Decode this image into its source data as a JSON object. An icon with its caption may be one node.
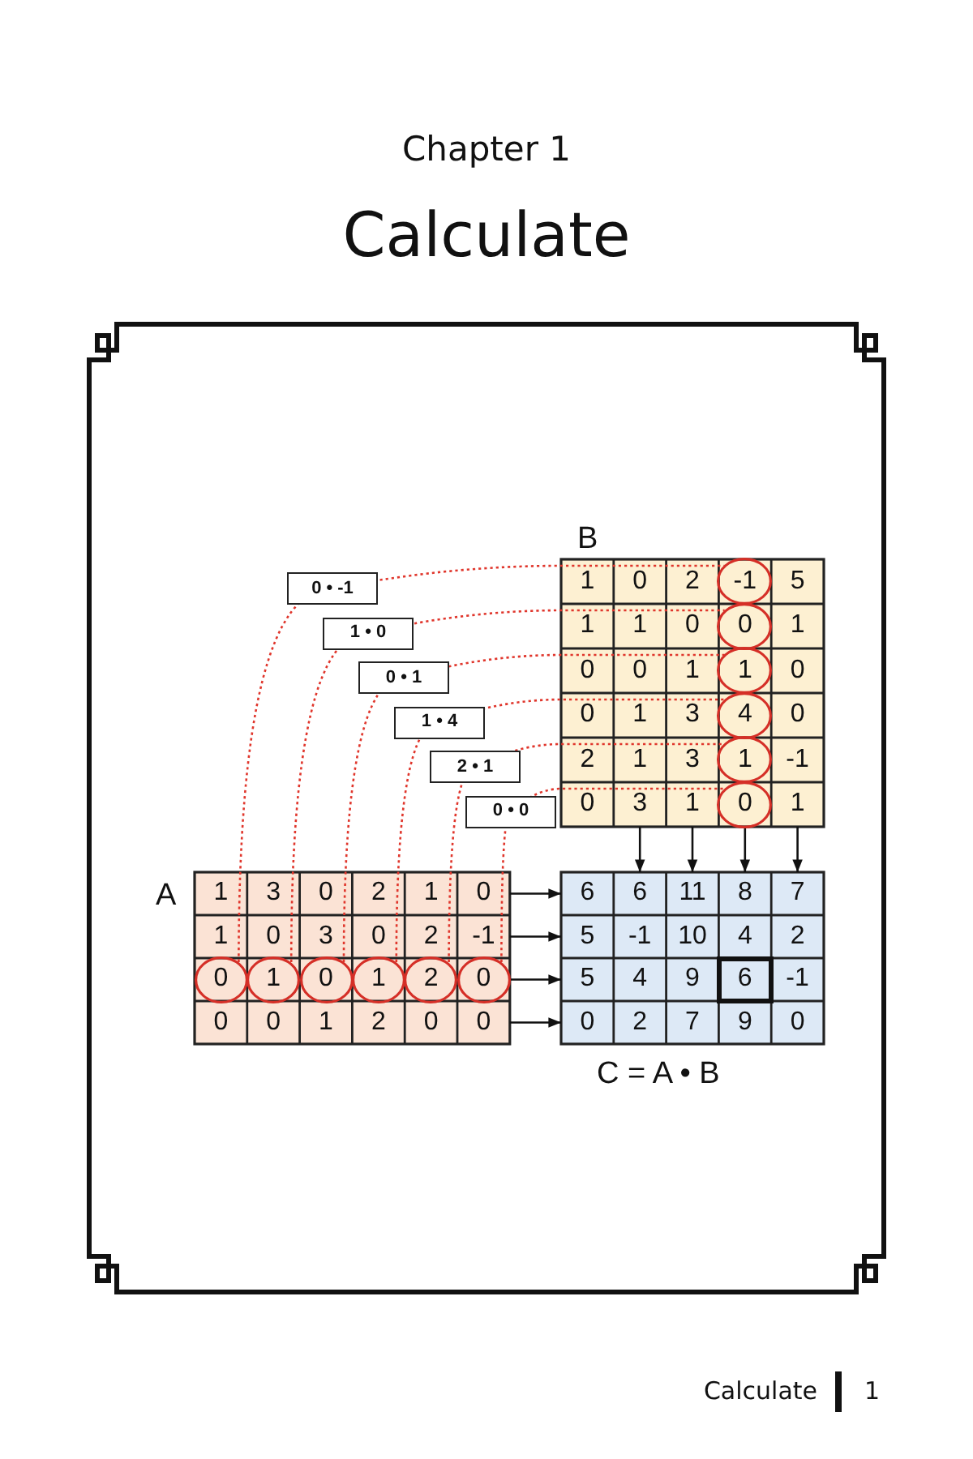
{
  "diagram": {
    "title": "Calculate",
    "nodes": [
      {
        "text": [
          "B"
        ]
      },
      {
        "text": [
          "-1"
        ],
        "in": 0
      },
      {
        "text": [
          "0"
        ],
        "in": 0
      },
      {
        "text": [
          "1"
        ],
        "in": 0
      },
      {
        "text": [
          "4"
        ],
        "in": 0
      },
      {
        "text": [
          "1"
        ],
        "in": 0
      },
      {
        "text": [
          "0"
        ],
        "in": 0
      },
      {
        "text": [
          "A"
        ]
      },
      {
        "text": [
          "0"
        ],
        "in": 7
      },
      {
        "text": [
          "1"
        ],
        "in": 7
      },
      {
        "text": [
          "0"
        ],
        "in": 7
      },
      {
        "text": [
          "1"
        ],
        "in": 7
      },
      {
        "text": [
          "2"
        ],
        "in": 7
      },
      {
        "text": [
          "0"
        ],
        "in": 7
      },
      {
        "text": [
          "C = A • B"
        ]
      },
      {
        "text": [
          "6"
        ],
        "in": 14
      }
    ],
    "edges": [
      {
        "from": 8,
        "to": 1,
        "arrow": "none",
        "label": "0 • -1",
        "style": "dashed",
        "color": "#e0362c"
      },
      {
        "from": 9,
        "to": 2,
        "arrow": "none",
        "label": "1 • 0",
        "style": "dashed",
        "color": "#e0362c"
      },
      {
        "from": 10,
        "to": 3,
        "arrow": "none",
        "label": "0 • 1",
        "style": "dashed",
        "color": "#e0362c"
      },
      {
        "from": 11,
        "to": 4,
        "arrow": "none",
        "label": "1 • 4",
        "style": "dashed",
        "color": "#e0362c"
      },
      {
        "from": 12,
        "to": 5,
        "arrow": "none",
        "label": "2 • 1",
        "style": "dashed",
        "color": "#e0362c"
      },
      {
        "from": 13,
        "to": 6,
        "arrow": "none",
        "label": "0 • 0",
        "style": "dashed",
        "color": "#e0362c"
      },
      {
        "from": 7,
        "to": 14,
        "arrow": "to"
      },
      {
        "from": 7,
        "to": 14,
        "arrow": "to"
      },
      {
        "from": 7,
        "to": 14,
        "arrow": "to"
      },
      {
        "from": 7,
        "to": 14,
        "arrow": "to"
      },
      {
        "from": 0,
        "to": 14,
        "arrow": "to"
      },
      {
        "from": 0,
        "to": 14,
        "arrow": "to"
      },
      {
        "from": 0,
        "to": 14,
        "arrow": "to"
      },
      {
        "from": 0,
        "to": 14,
        "arrow": "to"
      }
    ],
    "labels": [
      "Chapter 1",
      "1",
      "0",
      "2",
      "5",
      "1",
      "1",
      "0",
      "1",
      "0",
      "0",
      "1",
      "0",
      "0",
      "1",
      "3",
      "0",
      "2",
      "1",
      "3",
      "-1",
      "0",
      "3",
      "1",
      "1",
      "1",
      "3",
      "0",
      "2",
      "1",
      "0",
      "1",
      "0",
      "3",
      "0",
      "2",
      "-1",
      "0",
      "0",
      "1",
      "2",
      "0",
      "0",
      "6",
      "6",
      "11",
      "8",
      "7",
      "5",
      "-1",
      "10",
      "4",
      "2",
      "5",
      "4",
      "9",
      "-1",
      "0",
      "2",
      "7",
      "9",
      "0",
      "Calculate",
      "1"
    ]
  }
}
